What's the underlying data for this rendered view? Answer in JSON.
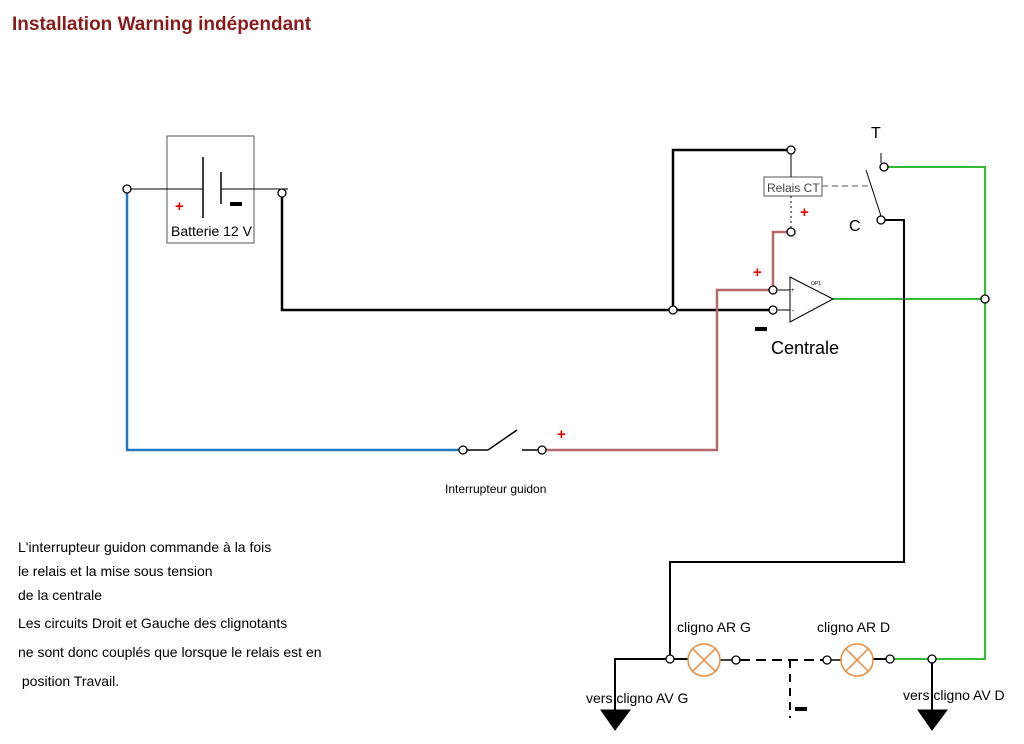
{
  "title": "Installation Warning indépendant",
  "labels": {
    "battery": "Batterie 12 V",
    "relay": "Relais CT",
    "relay_t": "T",
    "relay_c": "C",
    "amp_small": "OP1",
    "central": "Centrale",
    "switch": "Interrupteur guidon",
    "lamp_rear_left": "cligno AR G",
    "lamp_rear_right": "cligno AR D",
    "front_left": "vers cligno AV G",
    "front_right": "vers cligno AV D",
    "plus": "+",
    "minus": "-"
  },
  "notes": [
    "L'interrupteur guidon commande à la fois",
    "le relais et la mise sous tension",
    "de la centrale",
    "Les circuits Droit et Gauche des clignotants",
    "ne sont donc couplés que lorsque le relais est en",
    " position Travail."
  ],
  "colors": {
    "title": "#8b1a1a",
    "wire_blue": "#1f7bbf",
    "wire_brown": "#b46a6a",
    "wire_green": "#33bb33",
    "wire_black": "#000000",
    "plus_red": "#e00000",
    "lamp_orange": "#f08a3a"
  }
}
